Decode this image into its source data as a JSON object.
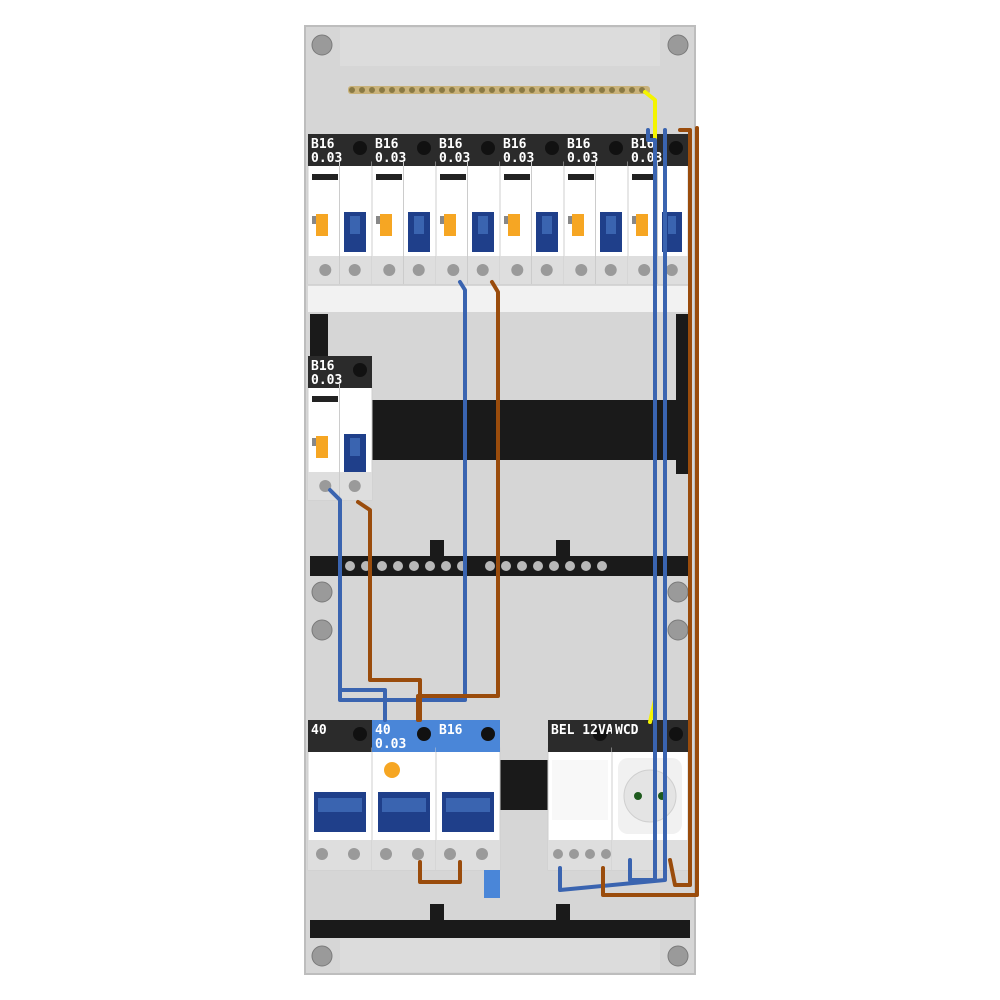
{
  "enclosure": {
    "colors": {
      "frame": "#d6d6d6",
      "cover": "#c8c8c8",
      "din_rail": "#141414",
      "wire_blue": "#3a64b0",
      "wire_brown": "#9a4c0c",
      "wire_yellow": "#f4f400",
      "header_dark": "#2b2b2b",
      "header_blue": "#4a86d8"
    }
  },
  "row1": {
    "devices": [
      {
        "label1": "B16",
        "label2": "0.03",
        "icon": "rcbo-icon"
      },
      {
        "label1": "B16",
        "label2": "0.03",
        "icon": "rcbo-icon"
      },
      {
        "label1": "B16",
        "label2": "0.03",
        "icon": "rcbo-icon"
      },
      {
        "label1": "B16",
        "label2": "0.03",
        "icon": "rcbo-icon"
      },
      {
        "label1": "B16",
        "label2": "0.03",
        "icon": "rcbo-icon"
      },
      {
        "label1": "B16",
        "label2": "0.03",
        "icon": "rcbo-icon"
      }
    ]
  },
  "row2": {
    "devices": [
      {
        "label1": "B16",
        "label2": "0.03",
        "icon": "rcbo-icon"
      }
    ]
  },
  "row3": {
    "devices": [
      {
        "label1": "40",
        "label2": "",
        "icon": "main-switch-icon"
      },
      {
        "label1": "40",
        "label2": "0.03",
        "icon": "rcd-icon"
      },
      {
        "label1": "B16",
        "label2": "",
        "icon": "mcb-icon"
      },
      {
        "label1": "BEL 12VA",
        "label2": "",
        "icon": "bell-transformer-icon"
      },
      {
        "label1": "WCD",
        "label2": "",
        "icon": "socket-icon"
      }
    ]
  }
}
